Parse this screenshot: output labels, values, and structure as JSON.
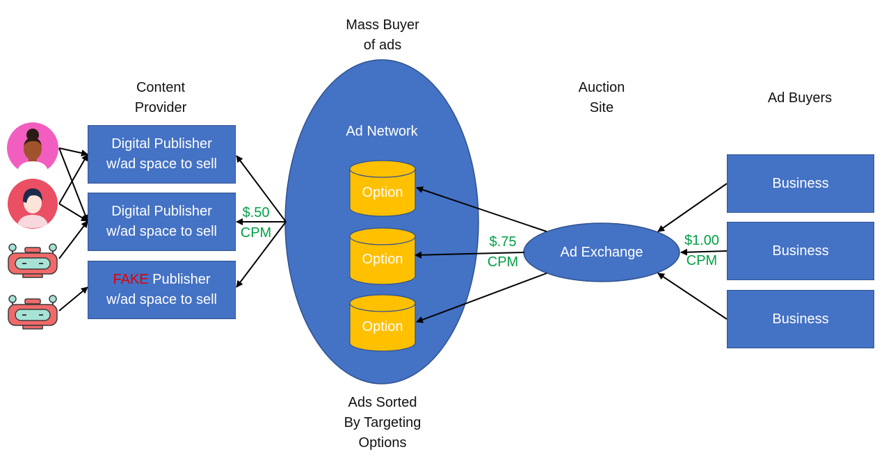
{
  "labels": {
    "mass_buyer": [
      "Mass Buyer",
      "of ads"
    ],
    "content_provider": [
      "Content",
      "Provider"
    ],
    "auction_site": [
      "Auction",
      "Site"
    ],
    "ad_buyers": "Ad Buyers",
    "ads_sorted": [
      "Ads Sorted",
      "By Targeting",
      "Options"
    ]
  },
  "publishers": [
    {
      "line1": "Digital Publisher",
      "line2": "w/ad space to sell"
    },
    {
      "line1": "Digital Publisher",
      "line2": "w/ad space to sell"
    },
    {
      "line1_fake": "FAKE",
      "line1_rest": " Publisher",
      "line2": "w/ad space to sell"
    }
  ],
  "ad_network": {
    "title": "Ad Network",
    "options": [
      "Option",
      "Option",
      "Option"
    ]
  },
  "ad_exchange": "Ad Exchange",
  "businesses": [
    "Business",
    "Business",
    "Business"
  ],
  "prices": {
    "publisher": [
      "$.50",
      "CPM"
    ],
    "network": [
      "$.75",
      "CPM"
    ],
    "buyers": [
      "$1.00",
      "CPM"
    ]
  },
  "colors": {
    "box_blue": "#4472c4",
    "cylinder_gold": "#ffc000",
    "price_green": "#00a046",
    "fake_red": "#e00000"
  },
  "icons": [
    "woman-avatar-icon",
    "person-avatar-icon",
    "robot-icon",
    "robot-icon"
  ]
}
